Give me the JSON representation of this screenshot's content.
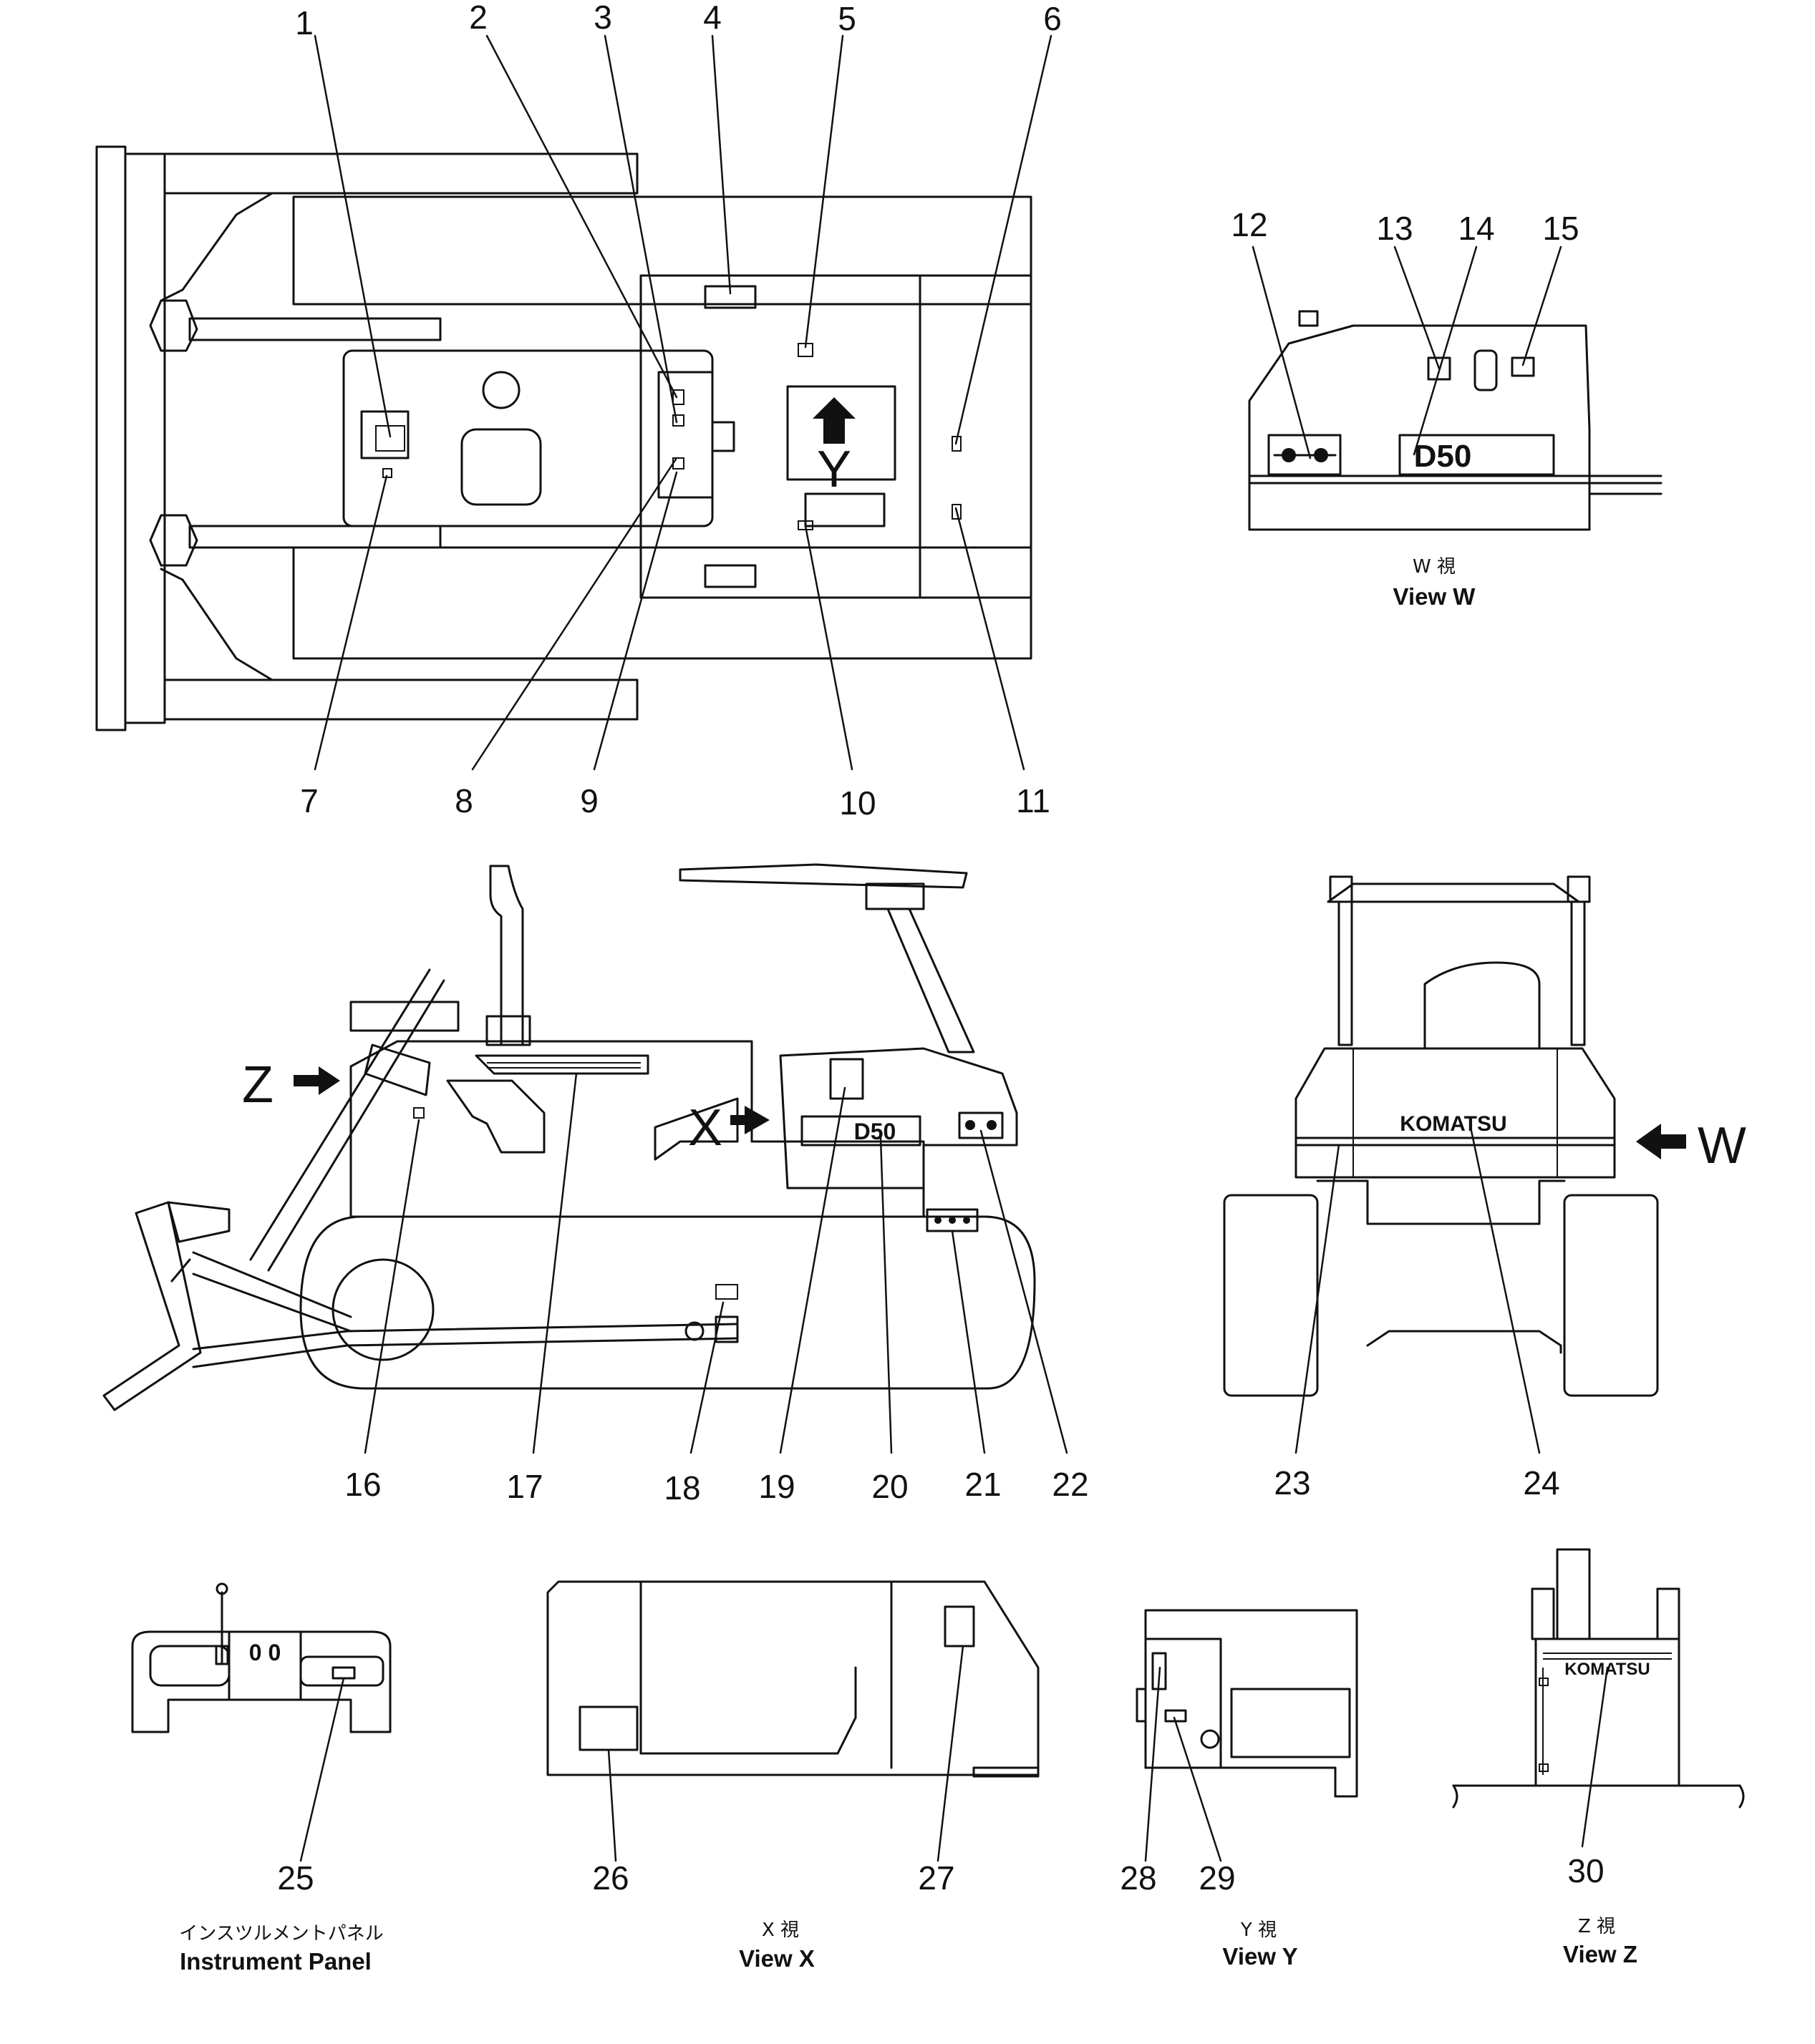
{
  "callouts": [
    "1",
    "2",
    "3",
    "4",
    "5",
    "6",
    "7",
    "8",
    "9",
    "10",
    "11",
    "12",
    "13",
    "14",
    "15",
    "16",
    "17",
    "18",
    "19",
    "20",
    "21",
    "22",
    "23",
    "24",
    "25",
    "26",
    "27",
    "28",
    "29",
    "30"
  ],
  "views": {
    "w": {
      "jp": "W 視",
      "en": "View W",
      "letter": "W"
    },
    "x": {
      "jp": "X 視",
      "en": "View X",
      "letter": "X"
    },
    "y": {
      "jp": "Y 視",
      "en": "View Y",
      "letter": "Y"
    },
    "z": {
      "jp": "Z 視",
      "en": "View Z",
      "letter": "Z"
    },
    "panel": {
      "jp": "インスツルメントパネル",
      "en": "Instrument Panel"
    }
  },
  "decals": {
    "model": "D50",
    "brand": "KOMATSU",
    "panel_gauges": "0 0"
  }
}
